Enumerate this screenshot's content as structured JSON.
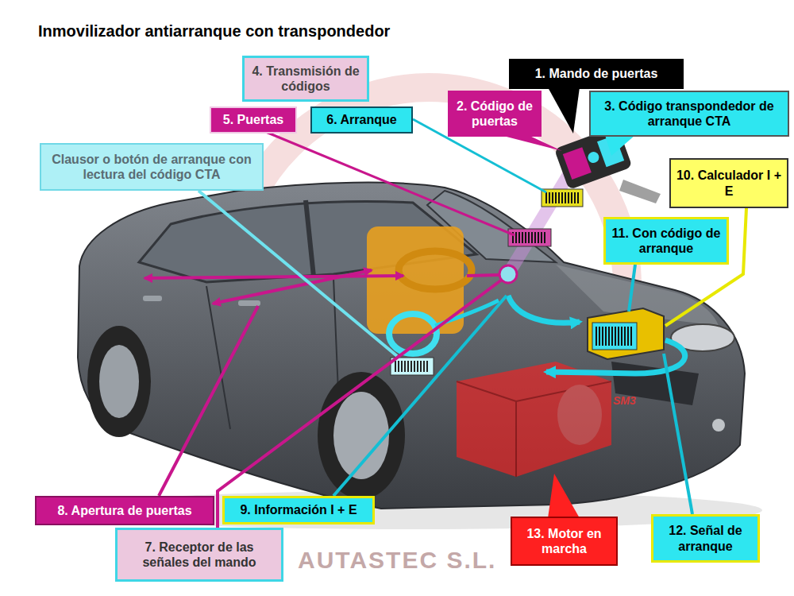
{
  "diagram": {
    "title": "Inmovilizador antiarranque con transpondedor",
    "nodes": [
      {
        "text": [
          "4. Transmisión de códigos"
        ]
      },
      {
        "text": [
          "1. Mando de puertas"
        ]
      },
      {
        "text": [
          "2. Código de puertas"
        ]
      },
      {
        "text": [
          "3. Código transpondedor de arranque CTA"
        ]
      },
      {
        "text": [
          "5. Puertas"
        ]
      },
      {
        "text": [
          "6. Arranque"
        ]
      },
      {
        "text": [
          "Clausor o botón de arranque con lectura del código CTA"
        ]
      },
      {
        "text": [
          "10. Calculador I + E"
        ]
      },
      {
        "text": [
          "11. Con código de arranque"
        ]
      },
      {
        "text": [
          "8. Apertura de puertas"
        ]
      },
      {
        "text": [
          "9. Información I + E"
        ]
      },
      {
        "text": [
          "7. Receptor de las señales del mando"
        ]
      },
      {
        "text": [
          "13. Motor en marcha"
        ]
      },
      {
        "text": [
          "12. Señal de arranque"
        ]
      }
    ],
    "labels": [
      "AUTASTEC S.L.",
      "SM3"
    ]
  }
}
